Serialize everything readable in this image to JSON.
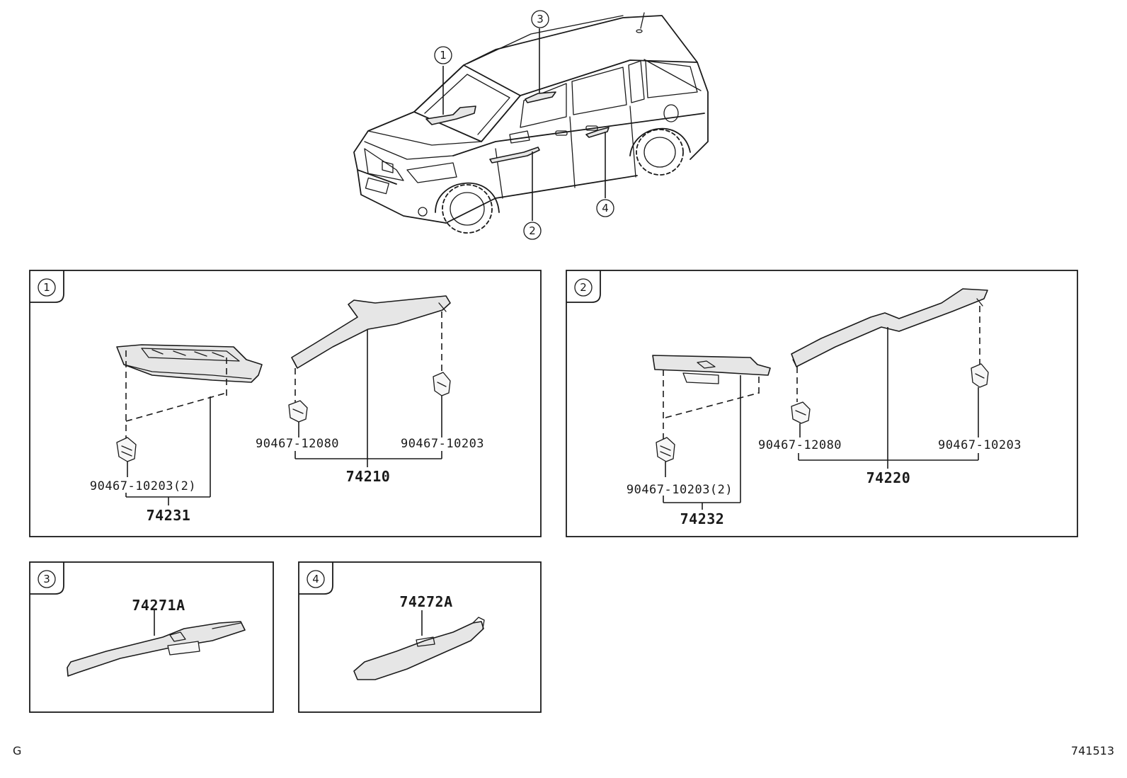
{
  "vehicle_callouts": [
    "1",
    "3",
    "2",
    "4"
  ],
  "panels": {
    "p1": {
      "callout": "1",
      "labels": {
        "clip_left": "90467-10203(2)",
        "part_left": "74231",
        "clip_mid": "90467-12080",
        "clip_right": "90467-10203",
        "part_main": "74210"
      }
    },
    "p2": {
      "callout": "2",
      "labels": {
        "clip_left": "90467-10203(2)",
        "part_left": "74232",
        "clip_mid": "90467-12080",
        "clip_right": "90467-10203",
        "part_main": "74220"
      }
    },
    "p3": {
      "callout": "3",
      "labels": {
        "part_main": "74271A"
      }
    },
    "p4": {
      "callout": "4",
      "labels": {
        "part_main": "74272A"
      }
    }
  },
  "footer": {
    "left": "G",
    "right": "741513"
  }
}
